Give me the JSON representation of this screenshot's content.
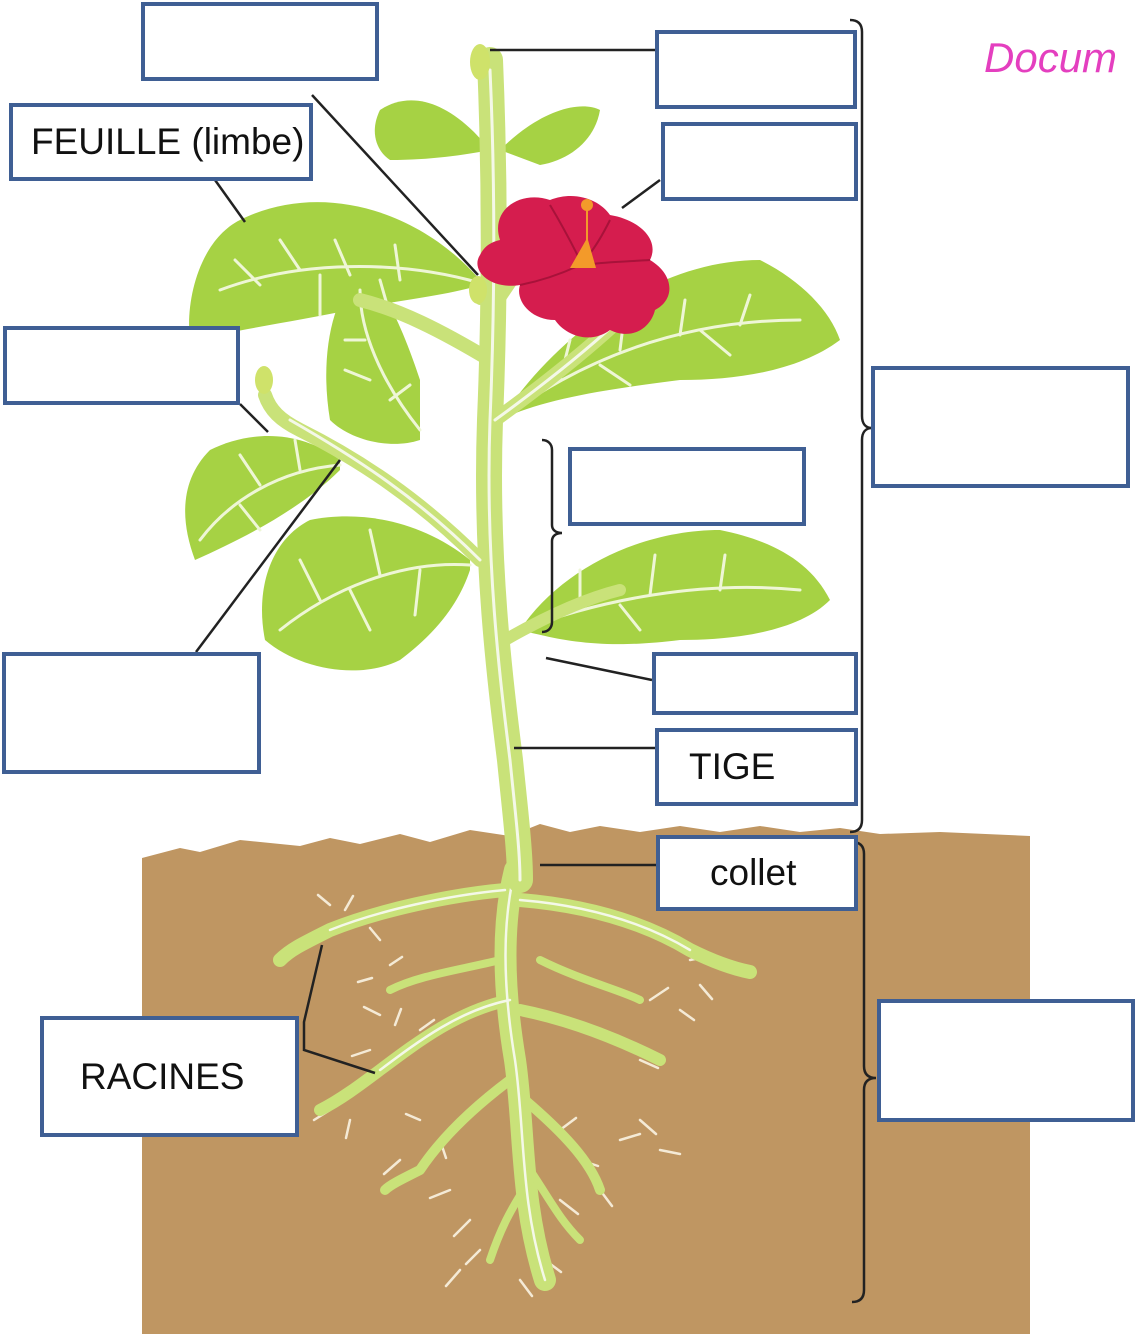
{
  "header": {
    "title": "Docum"
  },
  "colors": {
    "soil": "#bf9662",
    "stem": "#c9e279",
    "leaf": "#a6d244",
    "vein": "#eef6d6",
    "flower": "#d51d4e",
    "pistil": "#f39a2a",
    "box_border": "#3f5f94",
    "title": "#e43fbf"
  },
  "labels": {
    "top_left": "",
    "leaf_blade": "FEUILLE (limbe)",
    "left_mid": "",
    "left_low": "",
    "top_right": "",
    "flower": "",
    "aerial_part": "",
    "internode": "",
    "node": "",
    "stem": "TIGE",
    "collar": "collet",
    "roots": "RACINES",
    "underground_part": ""
  }
}
